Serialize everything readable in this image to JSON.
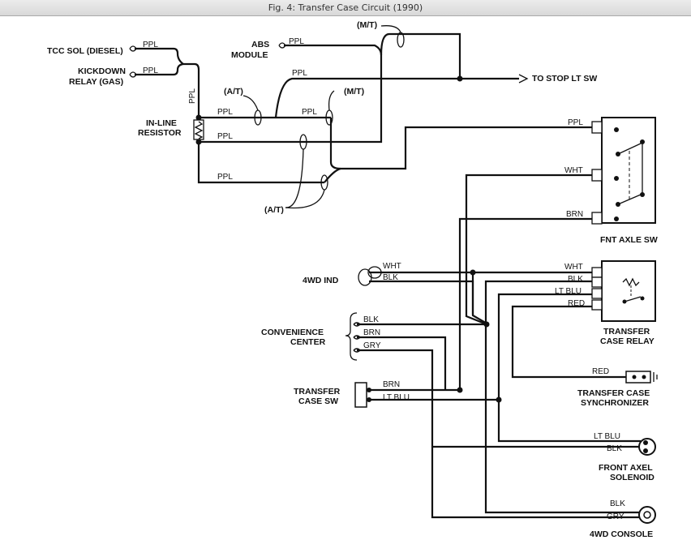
{
  "title": "Fig. 4: Transfer Case Circuit (1990)",
  "components": {
    "tcc_sol": "TCC SOL (DIESEL)",
    "kickdown_1": "KICKDOWN",
    "kickdown_2": "RELAY (GAS)",
    "abs_1": "ABS",
    "abs_2": "MODULE",
    "to_stop": "TO STOP LT SW",
    "inline_1": "IN-LINE",
    "inline_2": "RESISTOR",
    "fnt_axle_sw": "FNT AXLE SW",
    "ind_4wd": "4WD IND",
    "transfer_relay_1": "TRANSFER",
    "transfer_relay_2": "CASE RELAY",
    "conv_1": "CONVENIENCE",
    "conv_2": "CENTER",
    "tc_sw_1": "TRANSFER",
    "tc_sw_2": "CASE SW",
    "sync_1": "TRANSFER CASE",
    "sync_2": "SYNCHRONIZER",
    "solenoid_1": "FRONT AXEL",
    "solenoid_2": "SOLENOID",
    "console": "4WD CONSOLE"
  },
  "notes": {
    "mt": "(M/T)",
    "at": "(A/T)"
  },
  "wires": {
    "ppl": "PPL",
    "wht": "WHT",
    "brn": "BRN",
    "blk": "BLK",
    "ltblu": "LT BLU",
    "red": "RED",
    "gry": "GRY"
  }
}
